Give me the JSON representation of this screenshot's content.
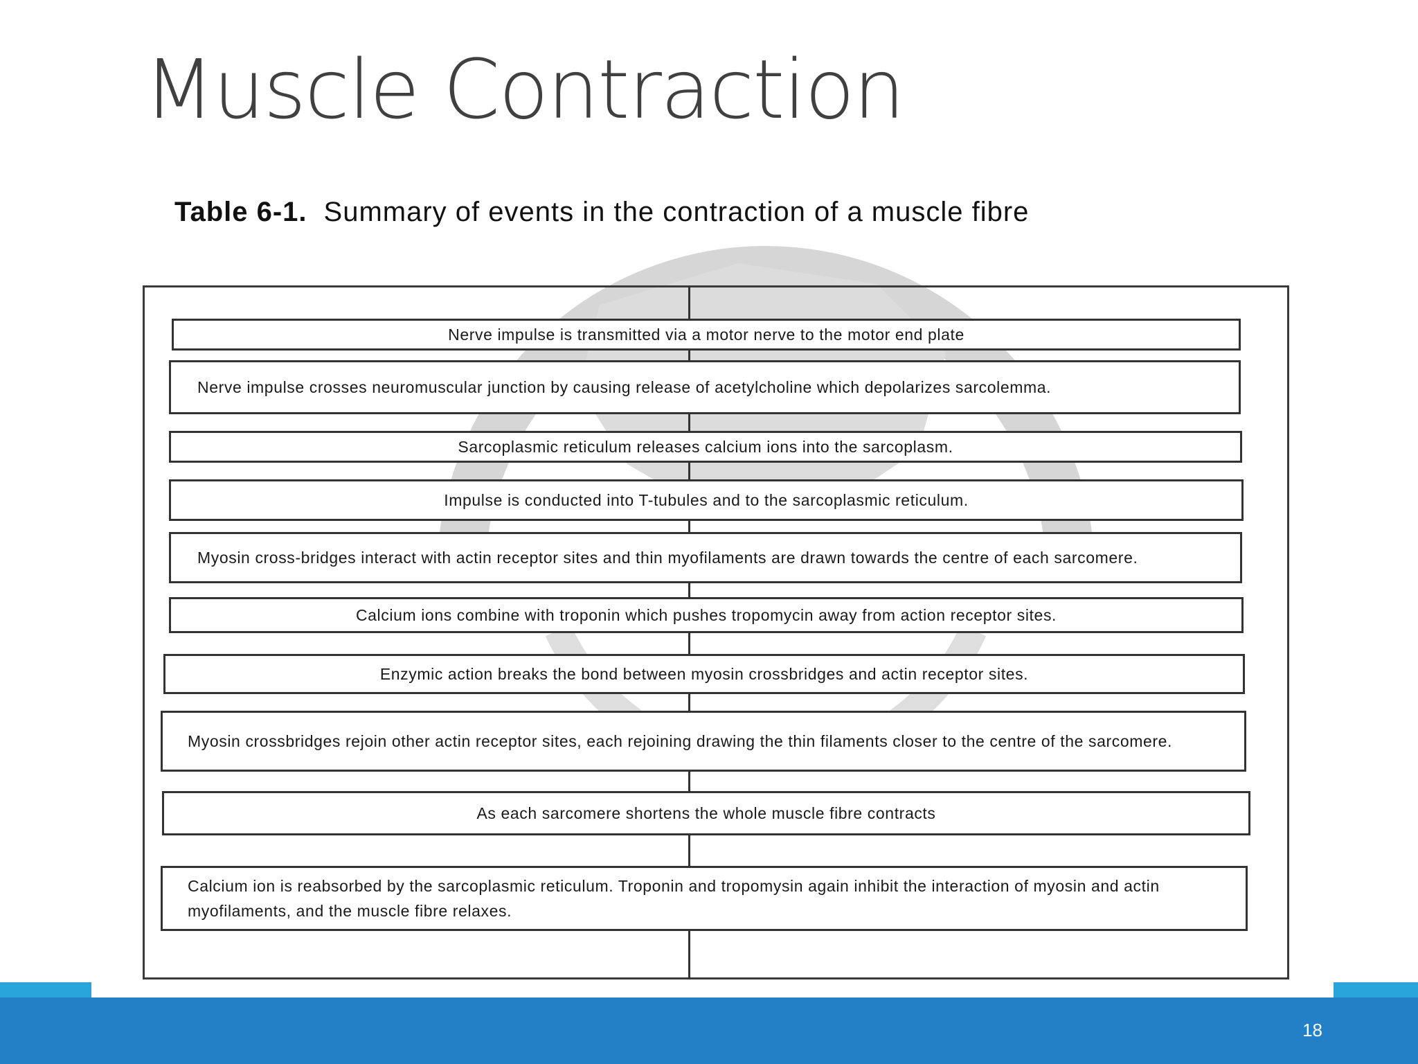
{
  "slide": {
    "title": "Muscle Contraction",
    "number": "18"
  },
  "figure": {
    "caption_label": "Table 6-1.",
    "caption_text": "Summary of events in the contraction of a muscle fibre",
    "steps": [
      "Nerve impulse is transmitted via a motor nerve to the motor end plate",
      "Nerve impulse crosses neuromuscular junction by causing release of acetylcholine which depolarizes sarcolemma.",
      "Sarcoplasmic reticulum releases calcium ions into the sarcoplasm.",
      "Impulse is conducted into T-tubules and to the sarcoplasmic reticulum.",
      "Myosin cross-bridges interact with actin receptor sites and thin myofilaments are drawn towards the centre of each sarcomere.",
      "Calcium ions combine with troponin which pushes tropomycin away from action receptor sites.",
      "Enzymic action breaks the bond between myosin crossbridges and actin receptor sites.",
      "Myosin crossbridges rejoin other actin receptor sites, each rejoining drawing the thin filaments closer to the centre of the sarcomere.",
      "As each sarcomere shortens the whole muscle fibre contracts",
      "Calcium ion is reabsorbed by the sarcoplasmic reticulum.  Troponin and tropomysin again inhibit the interaction of myosin and actin myofilaments, and the muscle fibre relaxes."
    ]
  },
  "colors": {
    "footer": "#2380c6",
    "accent": "#29a5db",
    "title_text": "#404040"
  }
}
